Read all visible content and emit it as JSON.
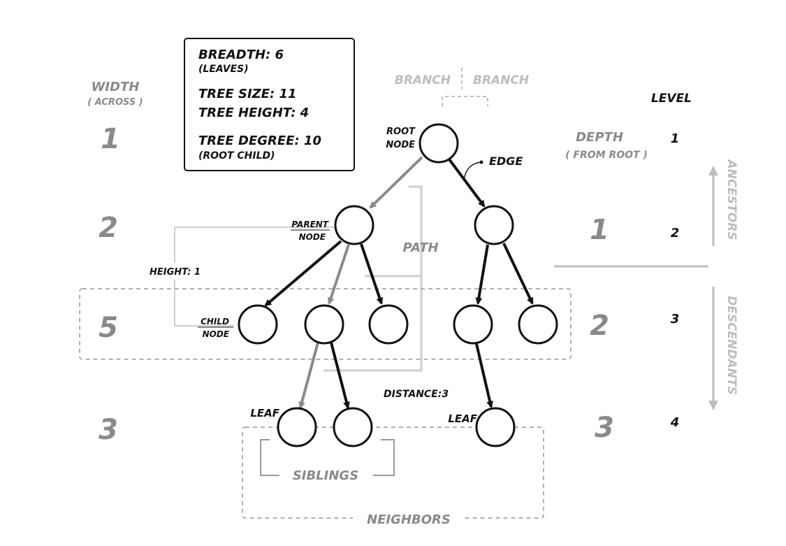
{
  "info_box": {
    "breadth": "BREADTH: 6",
    "breadth_note": "(LEAVES)",
    "tree_size": "TREE SIZE: 11",
    "tree_height": "TREE HEIGHT: 4",
    "tree_degree": "TREE DEGREE: 10",
    "tree_degree_note": "(ROOT CHILD)"
  },
  "width_column": {
    "title": "WIDTH",
    "subtitle": "( ACROSS )",
    "values": [
      "1",
      "2",
      "5",
      "3"
    ]
  },
  "depth_column": {
    "title": "DEPTH",
    "subtitle": "( FROM ROOT )",
    "values": [
      "1",
      "2",
      "3"
    ]
  },
  "level_column": {
    "title": "LEVEL",
    "values": [
      "1",
      "2",
      "3",
      "4"
    ]
  },
  "labels": {
    "branch_left": "BRANCH",
    "branch_right": "BRANCH",
    "root_node_1": "ROOT",
    "root_node_2": "NODE",
    "edge": "EDGE",
    "parent_node_1": "PARENT",
    "parent_node_2": "NODE",
    "child_node_1": "CHILD",
    "child_node_2": "NODE",
    "path": "PATH",
    "height": "HEIGHT: 1",
    "distance": "DISTANCE:3",
    "leaf_left": "LEAF",
    "leaf_right": "LEAF",
    "siblings": "SIBLINGS",
    "neighbors": "NEIGHBORS",
    "ancestors": "ANCESTORS",
    "descendants": "DESCENDANTS"
  },
  "colors": {
    "dark": "#111111",
    "grey": "#8a8a8a",
    "light_grey": "#bdbdbd"
  }
}
